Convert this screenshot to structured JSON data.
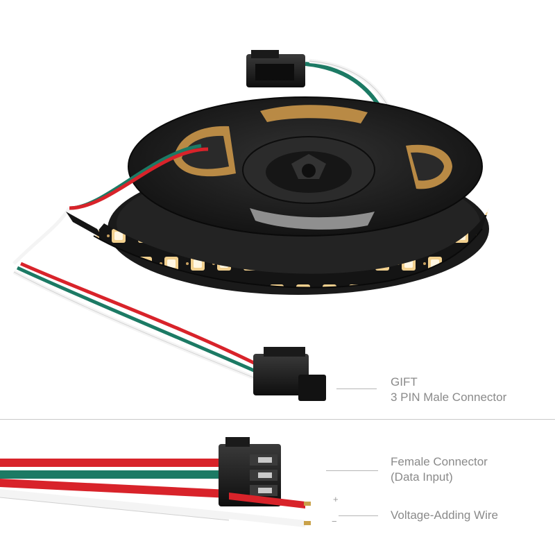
{
  "callouts": {
    "gift": {
      "line1": "GIFT",
      "line2": "3 PIN Male Connector"
    },
    "female": {
      "line1": "Female Connector",
      "line2": "(Data Input)"
    },
    "voltage": {
      "label": "Voltage-Adding Wire",
      "plus": "+",
      "minus": "−"
    }
  },
  "colors": {
    "wire_red": "#d8232a",
    "wire_green": "#1c7a64",
    "wire_white": "#f4f4f4",
    "strip_black": "#141414",
    "led_warm": "#f6d79a",
    "reel_black": "#1b1b1b",
    "adhesive_tan": "#b98a45",
    "label_text": "#8a8a8a"
  }
}
